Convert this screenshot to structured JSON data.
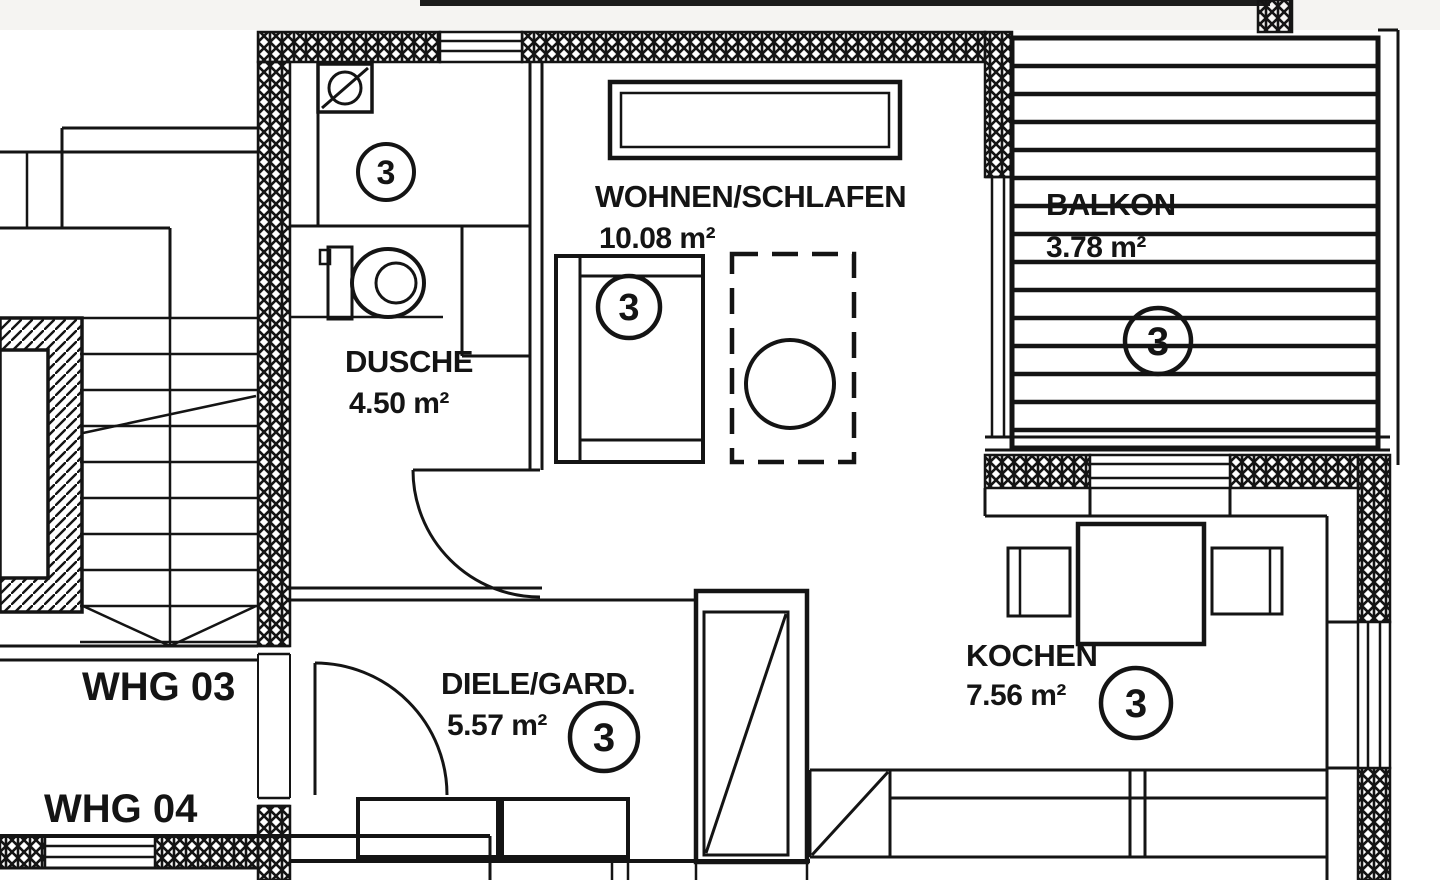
{
  "plan": {
    "title": "apartment-floor-plan",
    "apartment_labels": [
      {
        "id": "whg03",
        "text": "WHG 03"
      },
      {
        "id": "whg04",
        "text": "WHG 04"
      }
    ],
    "rooms": {
      "wohnen": {
        "name": "WOHNEN/SCHLAFEN",
        "area": "10.08 m²",
        "marker": "3"
      },
      "balkon": {
        "name": "BALKON",
        "area": "3.78 m²",
        "marker": "3"
      },
      "dusche": {
        "name": "DUSCHE",
        "area": "4.50 m²",
        "marker": "3"
      },
      "diele": {
        "name": "DIELE/GARD.",
        "area": "5.57 m²",
        "marker": "3"
      },
      "kochen": {
        "name": "KOCHEN",
        "area": "7.56 m²",
        "marker": "3"
      }
    },
    "colors": {
      "ink": "#141414",
      "paper": "#ffffff"
    }
  }
}
